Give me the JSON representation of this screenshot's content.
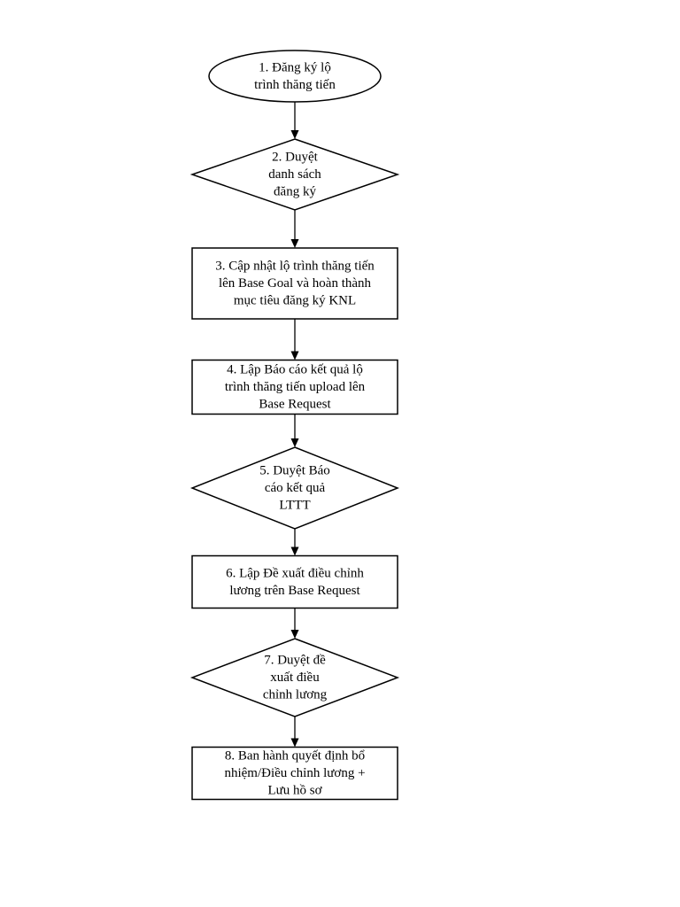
{
  "diagram": {
    "nodes": [
      {
        "id": "n1",
        "shape": "ellipse",
        "lines": [
          "1. Đăng ký lộ",
          "trình thăng tiến"
        ]
      },
      {
        "id": "n2",
        "shape": "diamond",
        "lines": [
          "2. Duyệt",
          "danh sách",
          "đăng ký"
        ]
      },
      {
        "id": "n3",
        "shape": "rect",
        "lines": [
          "3. Cập nhật lộ trình thăng tiến",
          "lên Base Goal và hoàn thành",
          "mục tiêu đăng ký KNL"
        ]
      },
      {
        "id": "n4",
        "shape": "rect",
        "lines": [
          "4. Lập Báo cáo kết quả lộ",
          "trình thăng tiến upload lên",
          "Base Request"
        ]
      },
      {
        "id": "n5",
        "shape": "diamond",
        "lines": [
          "5. Duyệt Báo",
          "cáo kết quả",
          "LTTT"
        ]
      },
      {
        "id": "n6",
        "shape": "rect",
        "lines": [
          "6. Lập Đề xuất điều chỉnh",
          "lương trên Base Request"
        ]
      },
      {
        "id": "n7",
        "shape": "diamond",
        "lines": [
          "7. Duyệt đề",
          "xuất điều",
          "chỉnh lương"
        ]
      },
      {
        "id": "n8",
        "shape": "rect",
        "lines": [
          "8. Ban hành quyết định bổ",
          "nhiệm/Điều chỉnh lương +",
          "Lưu hồ sơ"
        ]
      }
    ],
    "edges": [
      {
        "from": "n1",
        "to": "n2"
      },
      {
        "from": "n2",
        "to": "n3"
      },
      {
        "from": "n3",
        "to": "n4"
      },
      {
        "from": "n4",
        "to": "n5"
      },
      {
        "from": "n5",
        "to": "n6"
      },
      {
        "from": "n6",
        "to": "n7"
      },
      {
        "from": "n7",
        "to": "n8"
      }
    ]
  }
}
